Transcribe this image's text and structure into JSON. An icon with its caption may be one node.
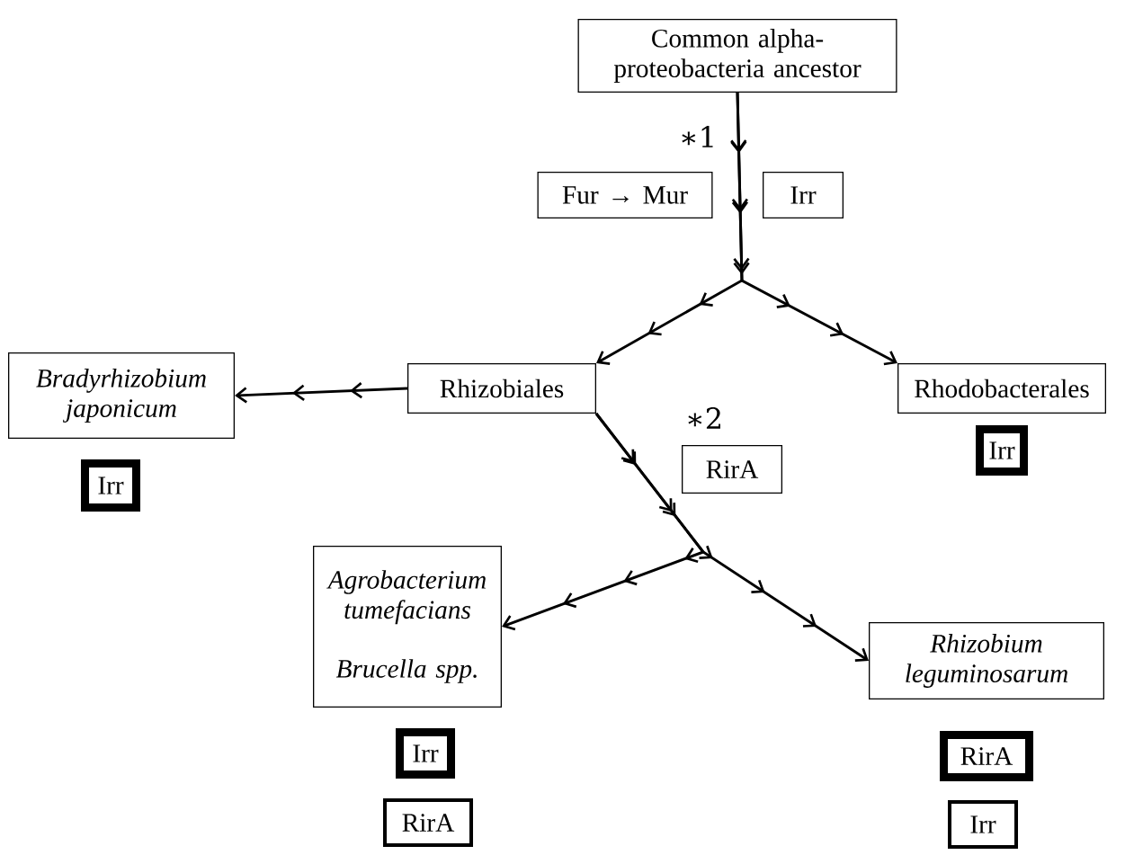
{
  "diagram": {
    "nodes": [
      {
        "text": [
          "Common alpha-proteobacteria ancestor"
        ]
      },
      {
        "text": [
          "Fur → Mur"
        ]
      },
      {
        "text": [
          "Irr"
        ]
      },
      {
        "text": [
          "Rhizobiales"
        ]
      },
      {
        "text": [
          "Rhodobacterales"
        ]
      },
      {
        "text": [
          "Irr"
        ]
      },
      {
        "text": [
          "Bradyrhizobium japonicum"
        ]
      },
      {
        "text": [
          "Irr"
        ]
      },
      {
        "text": [
          "RirA"
        ]
      },
      {
        "text": [
          "Agrobacterium tumefacians",
          "Brucella spp."
        ]
      },
      {
        "text": [
          "Irr"
        ]
      },
      {
        "text": [
          "RirA"
        ]
      },
      {
        "text": [
          "Rhizobium leguminosarum"
        ]
      },
      {
        "text": [
          "RirA"
        ]
      },
      {
        "text": [
          "Irr"
        ]
      }
    ],
    "edges": [
      {
        "from": 0,
        "to": 3,
        "arrow": "to"
      },
      {
        "from": 0,
        "to": 4,
        "arrow": "to"
      },
      {
        "from": 3,
        "to": 6,
        "arrow": "to"
      },
      {
        "from": 3,
        "to": 9,
        "arrow": "to"
      },
      {
        "from": 3,
        "to": 12,
        "arrow": "to"
      }
    ],
    "labels": [
      "∗1",
      "∗2"
    ]
  }
}
